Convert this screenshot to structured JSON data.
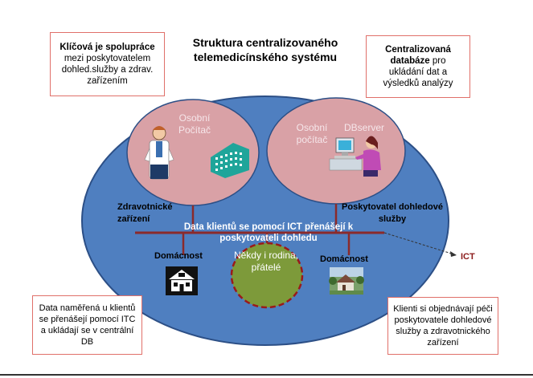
{
  "title": "Struktura centralizovaného telemedicínského systému",
  "top_left_box": {
    "bold": "Klíčová je spolupráce",
    "rest": "mezi poskytovatelem dohled.služby a zdrav. zařízením"
  },
  "top_right_box": {
    "bold1": "Centralizovaná",
    "bold2": "databáze",
    "rest1": " pro",
    "rest2": "ukládání dat a výsledků  analýzy"
  },
  "left_circle": {
    "label1": "Osobní",
    "label2": "Počítač"
  },
  "right_circle": {
    "label1": "Osobní",
    "label2": "počítač",
    "label3": "DBserver"
  },
  "zdravotnicke": "Zdravotnické zařízení",
  "poskytovatel": "Poskytovatel dohledové služby",
  "banner": "Data klientů se pomocí ICT přenášejí k poskytovateli dohledu",
  "ict_label": "ICT",
  "domacnost_left": "Domácnost",
  "domacnost_right": "Domácnost",
  "green_circle": "Někdy i rodina, přátelé",
  "bottom_left_box": "Data naměřená u klientů se přenášejí pomocí ITC a ukládají se v centrální DB",
  "bottom_right_box": "Klienti  si objednávají péči poskytovatele dohledové služby a zdravotnického zařízení",
  "colors": {
    "big_ellipse": "#4f7fc0",
    "big_ellipse_border": "#2c4f86",
    "pink_circle": "#d9a1a6",
    "green_circle": "#7d9a3a",
    "green_dash": "#9a1a1a",
    "line_red": "#8b2a2a",
    "box_border": "#e0706a"
  }
}
